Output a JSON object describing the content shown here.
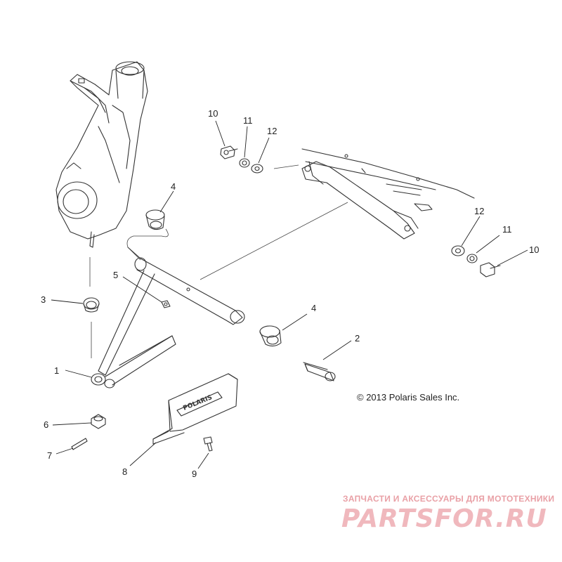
{
  "diagram": {
    "callouts": [
      "1",
      "2",
      "3",
      "4",
      "4",
      "5",
      "6",
      "7",
      "8",
      "9",
      "10",
      "11",
      "12",
      "12",
      "11",
      "10"
    ],
    "plate_text": "POLARIS",
    "copyright": "© 2013 Polaris Sales Inc."
  },
  "watermark": {
    "line1": "ЗАПЧАСТИ И АКСЕССУАРЫ ДЛЯ МОТОТЕХНИКИ",
    "logo": "PARTSFOR.RU",
    "color": "#f0b8bd"
  }
}
